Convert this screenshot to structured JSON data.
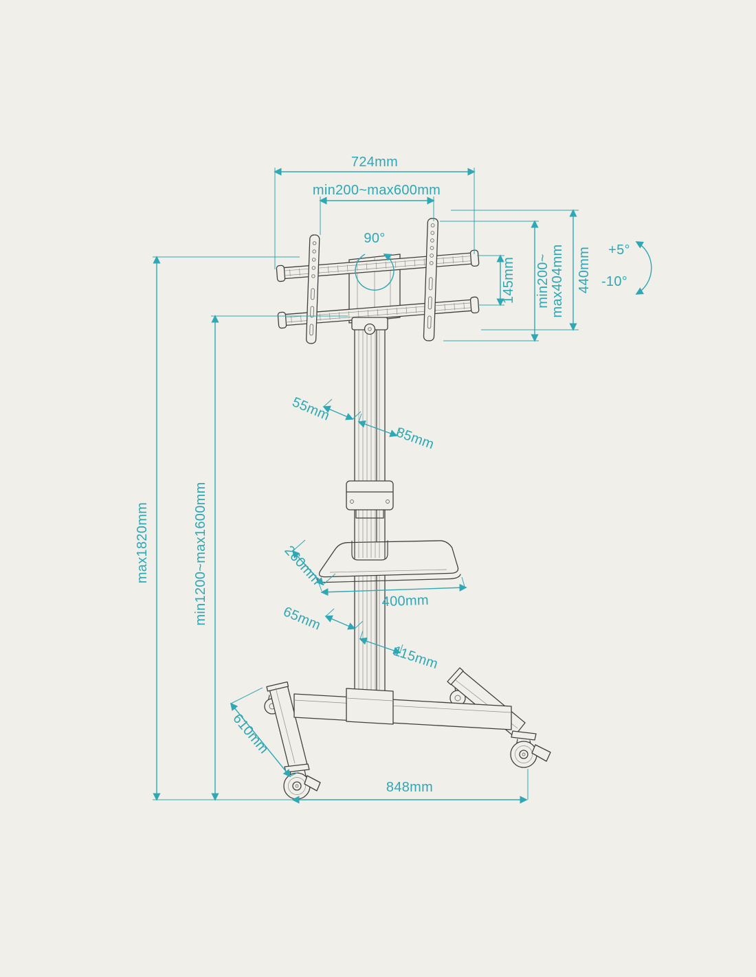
{
  "colors": {
    "bg": "#f0efe9",
    "accent": "#2fa7b4",
    "ink": "#3f3f3f"
  },
  "dims": {
    "top_width": "724mm",
    "vesa_width": "min200~max600mm",
    "swivel": "90°",
    "bracket_height": "145mm",
    "vesa_height_1": "min200~",
    "vesa_height_2": "max404mm",
    "head_height": "440mm",
    "tilt_up": "+5°",
    "tilt_down": "-10°",
    "overall_height": "max1820mm",
    "height_range": "min1200~max1600mm",
    "column_depth": "55mm",
    "column_width": "85mm",
    "shelf_depth": "260mm",
    "shelf_width": "400mm",
    "post_depth": "65mm",
    "post_width": "115mm",
    "base_depth": "610mm",
    "base_width": "848mm"
  }
}
